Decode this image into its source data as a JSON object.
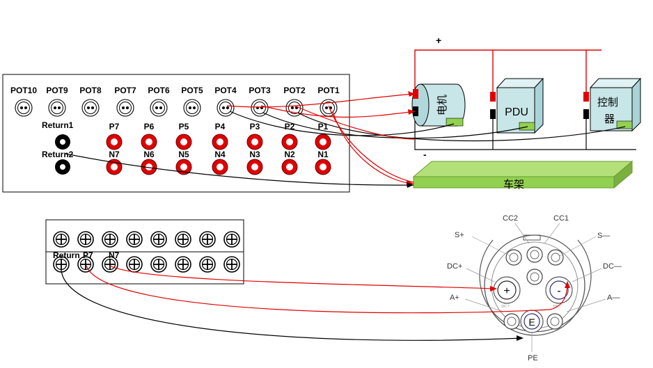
{
  "test_panel": {
    "pot_labels": [
      "POT10",
      "POT9",
      "POT8",
      "POT7",
      "POT6",
      "POT5",
      "POT4",
      "POT3",
      "POT2",
      "POT1"
    ],
    "return_labels": [
      "Return1",
      "Return2"
    ],
    "p_labels": [
      "P7",
      "P6",
      "P5",
      "P4",
      "P3",
      "P2",
      "P1"
    ],
    "n_labels": [
      "N7",
      "N6",
      "N5",
      "N4",
      "N3",
      "N2",
      "N1"
    ]
  },
  "components": {
    "supply_plus": "+",
    "supply_minus": "-",
    "motor": "电机",
    "pdu": "PDU",
    "controller": "控制器",
    "frame": "车架"
  },
  "terminal_block": {
    "labels": [
      "Return",
      "P7",
      "N7"
    ]
  },
  "connector": {
    "pins": {
      "cc2": "CC2",
      "cc1": "CC1",
      "s_plus": "S+",
      "s_minus": "S—",
      "dc_plus": "DC+",
      "dc_minus": "DC—",
      "a_plus": "A+",
      "a_minus": "A—",
      "pe": "PE"
    },
    "markers": {
      "plus": "+",
      "minus": "-",
      "earth": "E"
    },
    "inner": {
      "dc_plus": "DC+",
      "dc_minus": "DC-"
    }
  },
  "colors": {
    "red_wire": "#e00000",
    "black_wire": "#000000",
    "box_fill": "#c8e6e8",
    "frame_fill": "#92d050"
  }
}
